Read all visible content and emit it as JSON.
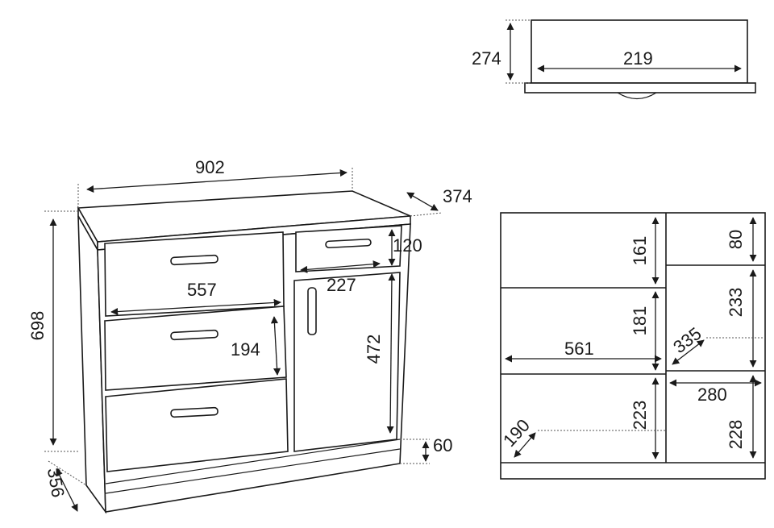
{
  "dimensions": {
    "drawer_depth": "274",
    "drawer_width": "219",
    "overall_width": "902",
    "overall_depth": "374",
    "overall_height": "698",
    "base_depth": "356",
    "plinth_height": "60",
    "small_drawer_height": "120",
    "small_drawer_width": "227",
    "large_drawer_width": "557",
    "large_drawer_height": "194",
    "door_height": "472",
    "interior_161": "161",
    "interior_181": "181",
    "interior_223": "223",
    "interior_561": "561",
    "interior_190": "190",
    "right_80": "80",
    "right_233": "233",
    "right_335": "335",
    "right_280": "280",
    "right_228": "228"
  }
}
